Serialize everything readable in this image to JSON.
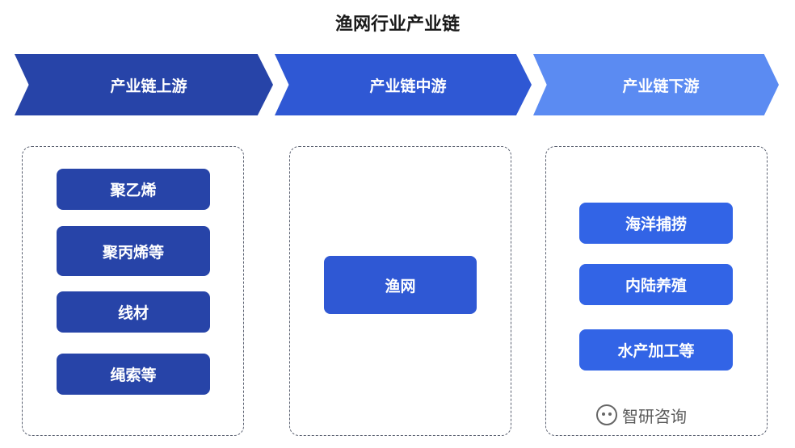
{
  "title": "渔网行业产业链",
  "stages": {
    "upstream": {
      "label": "产业链上游",
      "items": [
        "聚乙烯",
        "聚丙烯等",
        "线材",
        "绳索等"
      ]
    },
    "midstream": {
      "label": "产业链中游",
      "items": [
        "渔网"
      ]
    },
    "downstream": {
      "label": "产业链下游",
      "items": [
        "海洋捕捞",
        "内陆养殖",
        "水产加工等"
      ]
    }
  },
  "watermark": {
    "text": "智研咨询"
  },
  "colors": {
    "upstream": "#2744a8",
    "midstream": "#2f58d4",
    "downstream": "#5b8bf2",
    "downstream_items": "#3264e6"
  }
}
